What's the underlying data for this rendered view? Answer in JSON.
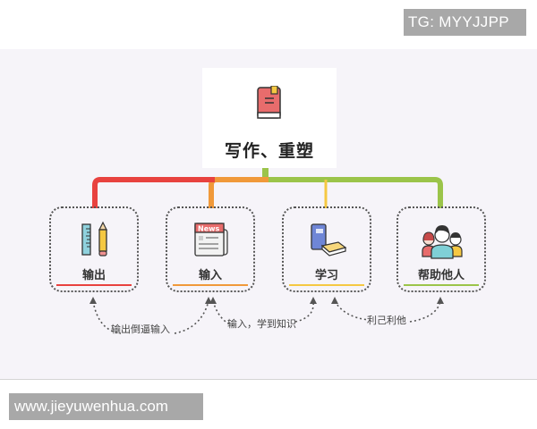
{
  "watermark_top": "TG: MYYJJPP",
  "watermark_bottom": "www.jieyuwenhua.com",
  "center": {
    "title": "写作、重塑",
    "icon": "red-book-icon"
  },
  "colors": {
    "red": "#e8423f",
    "orange": "#f0993a",
    "yellow": "#f5c842",
    "green": "#9bc44a",
    "background": "#f6f4f9"
  },
  "nodes": [
    {
      "label": "输出",
      "icon": "ruler-pencil-icon",
      "color": "#e8423f"
    },
    {
      "label": "输入",
      "icon": "newspaper-icon",
      "color": "#f0993a"
    },
    {
      "label": "学习",
      "icon": "books-icon",
      "color": "#f5c842"
    },
    {
      "label": "帮助他人",
      "icon": "people-group-icon",
      "color": "#9bc44a"
    }
  ],
  "relations": [
    {
      "label": "输出倒逼输入",
      "from": "输出",
      "to": "输入"
    },
    {
      "label": "输入，学到知识",
      "from": "输入",
      "to": "学习"
    },
    {
      "label": "利己利他",
      "from": "学习",
      "to": "帮助他人"
    }
  ]
}
